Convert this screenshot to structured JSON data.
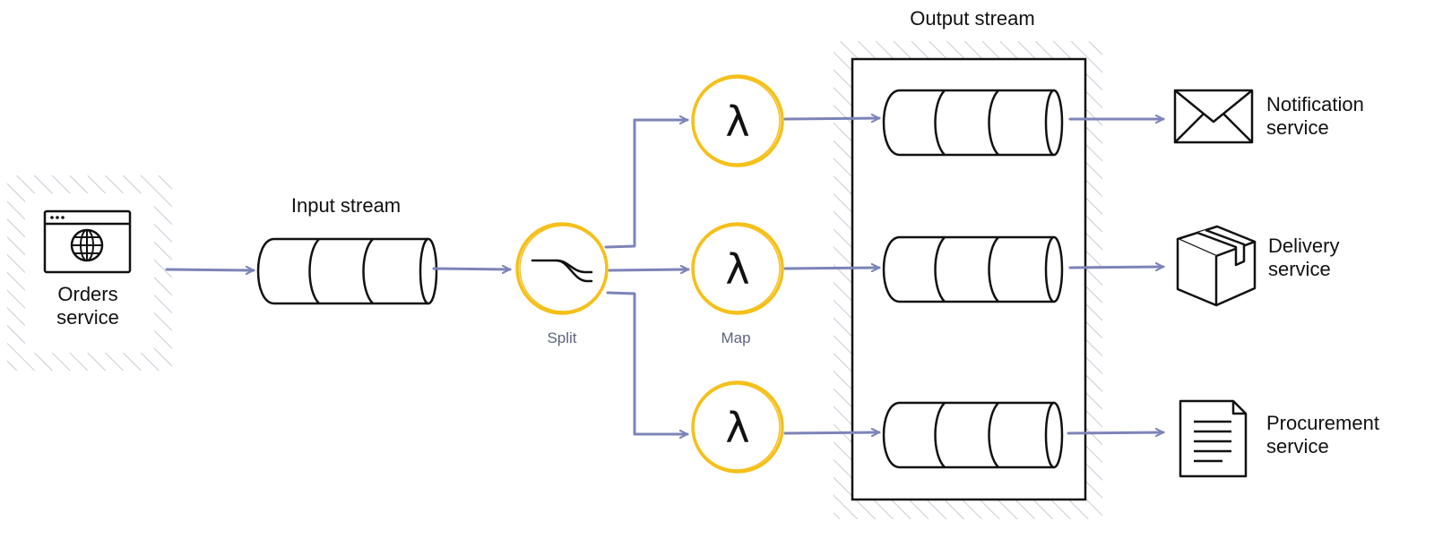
{
  "colors": {
    "arrow": "#7c84b8",
    "operator_ring": "#f5c01a",
    "stroke": "#111111",
    "hatch": "#c8ccd8",
    "caption": "#5a6580"
  },
  "nodes": {
    "orders_service": {
      "label": "Orders\nservice",
      "icon": "browser-globe-icon"
    },
    "input_stream": {
      "label": "Input stream"
    },
    "split": {
      "label": "Split",
      "icon": "split-icon"
    },
    "map": {
      "label": "Map",
      "icon": "lambda-icon",
      "glyph": "λ"
    },
    "output_stream": {
      "label": "Output stream"
    },
    "notification_service": {
      "label": "Notification\nservice",
      "icon": "envelope-icon"
    },
    "delivery_service": {
      "label": "Delivery\nservice",
      "icon": "package-box-icon"
    },
    "procurement_service": {
      "label": "Procurement\nservice",
      "icon": "document-icon"
    }
  }
}
